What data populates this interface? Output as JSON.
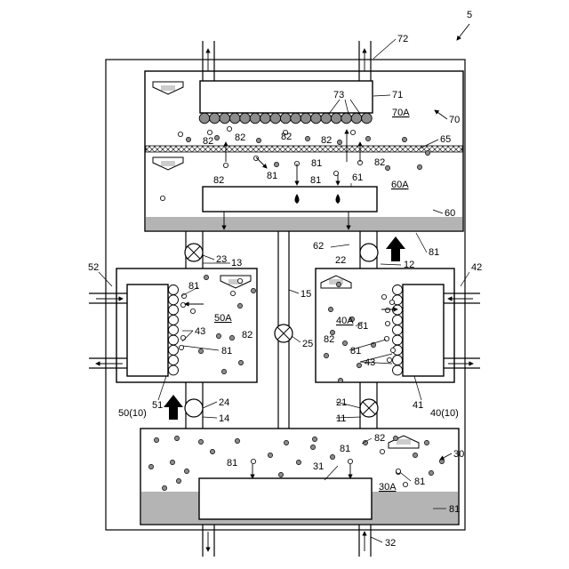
{
  "labels": {
    "device": "5",
    "pipe_top": "72",
    "room_top": "70",
    "room_top_space": "70A",
    "outlet_top": "71",
    "adsorbent_top": "73",
    "membrane": "65",
    "room_mid": "60",
    "room_mid_space": "60A",
    "condenser": "61",
    "pipe_62": "62",
    "valve_22": "22",
    "pipe_12": "12",
    "valve_23": "23",
    "pipe_13": "13",
    "pipe_15": "15",
    "valve_25": "25",
    "room_left_space": "50A",
    "room_left": "50(10)",
    "exchanger_left": "51",
    "adsorbent_left": "43",
    "valve_24": "24",
    "pipe_14": "14",
    "pipe_52": "52",
    "room_right_space": "40A",
    "room_right": "40(10)",
    "exchanger_right": "41",
    "adsorbent_right": "43",
    "valve_21": "21",
    "pipe_11": "11",
    "pipe_42": "42",
    "room_bottom": "30",
    "room_bottom_space": "30A",
    "heater": "31",
    "pipe_bottom": "32",
    "water_81": "81",
    "vapor_82": "82"
  },
  "icons": {
    "pressure_down": "depressurize-arrow-icon",
    "pressure_up": "pressurize-arrow-icon",
    "flow_arrow": "flow-arrow-icon",
    "valve": "valve-icon",
    "droplet": "droplet-icon"
  },
  "colors": {
    "liquid": "#b4b4b4",
    "adsorbent": "#8c8c8c",
    "line": "#000000"
  }
}
